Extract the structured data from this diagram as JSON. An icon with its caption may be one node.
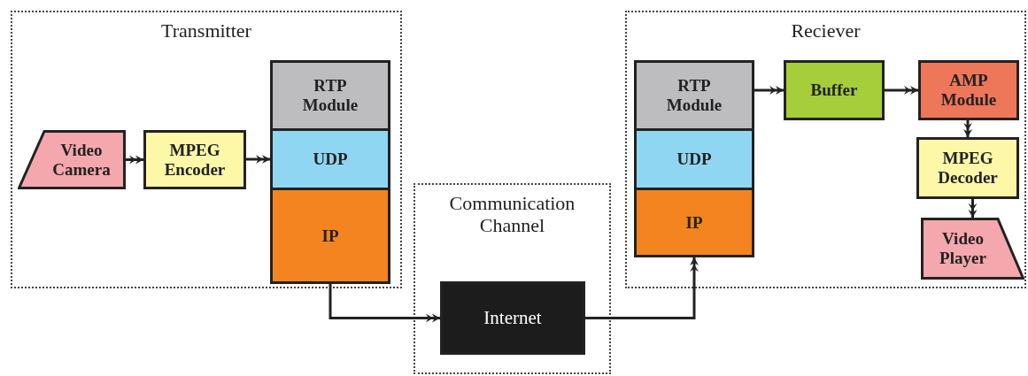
{
  "diagram": {
    "nodes": [
      {
        "text": [
          "Transmitter"
        ]
      },
      {
        "text": [
          "Video Camera"
        ],
        "in": 0
      },
      {
        "text": [
          "MPEG Encoder"
        ],
        "in": 0
      },
      {
        "text": [
          "RTP Module"
        ],
        "in": 0
      },
      {
        "text": [
          "UDP"
        ],
        "in": 0
      },
      {
        "text": [
          "IP"
        ],
        "in": 0
      },
      {
        "text": [
          "Communication Channel"
        ]
      },
      {
        "text": [
          "Internet"
        ],
        "in": 6
      },
      {
        "text": [
          "Reciever"
        ]
      },
      {
        "text": [
          "RTP Module"
        ],
        "in": 8
      },
      {
        "text": [
          "UDP"
        ],
        "in": 8
      },
      {
        "text": [
          "IP"
        ],
        "in": 8
      },
      {
        "text": [
          "Buffer"
        ],
        "in": 8
      },
      {
        "text": [
          "AMP Module"
        ],
        "in": 8
      },
      {
        "text": [
          "MPEG Decoder"
        ],
        "in": 8
      },
      {
        "text": [
          "Video Player"
        ],
        "in": 8
      }
    ],
    "edges": [
      {
        "from": 1,
        "to": 2,
        "arrow": "to"
      },
      {
        "from": 2,
        "to": 4,
        "arrow": "to"
      },
      {
        "from": 5,
        "to": 7,
        "arrow": "to"
      },
      {
        "from": 7,
        "to": 11,
        "arrow": "to"
      },
      {
        "from": 9,
        "to": 12,
        "arrow": "to"
      },
      {
        "from": 12,
        "to": 13,
        "arrow": "to"
      },
      {
        "from": 13,
        "to": 14,
        "arrow": "to"
      },
      {
        "from": 14,
        "to": 15,
        "arrow": "to"
      }
    ]
  }
}
